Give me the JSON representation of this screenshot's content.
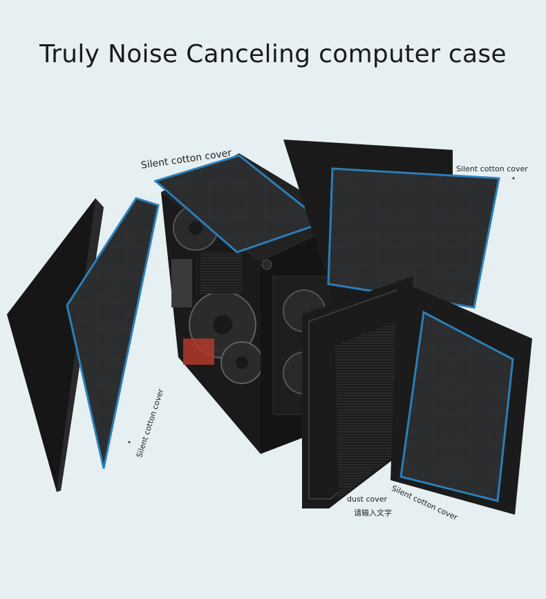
{
  "title": "Truly Noise Canceling computer case",
  "labels": {
    "top_cover": "Silent cotton cover",
    "right_cover": "Silent cotton cover",
    "left_cover": "Silent cotton cover",
    "dust_cover": "dust cover",
    "placeholder_text": "请输入文字",
    "bottom_cover": "Silent cotton cover"
  },
  "colors": {
    "background": "#e6eff1",
    "panel": "#1b1b1b",
    "foam": "#2a2b2d",
    "foam_edge": "#2b7fb8"
  }
}
